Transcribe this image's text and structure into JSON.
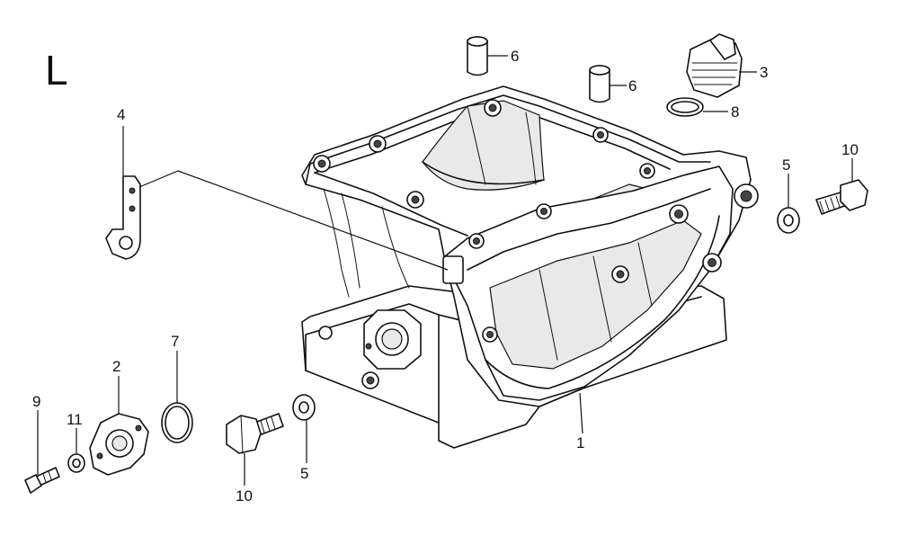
{
  "section_letter": "L",
  "callouts": {
    "c1": "1",
    "c2": "2",
    "c3": "3",
    "c4": "4",
    "c5a": "5",
    "c5b": "5",
    "c6a": "6",
    "c6b": "6",
    "c7": "7",
    "c8": "8",
    "c9": "9",
    "c10a": "10",
    "c10b": "10",
    "c11": "11"
  }
}
